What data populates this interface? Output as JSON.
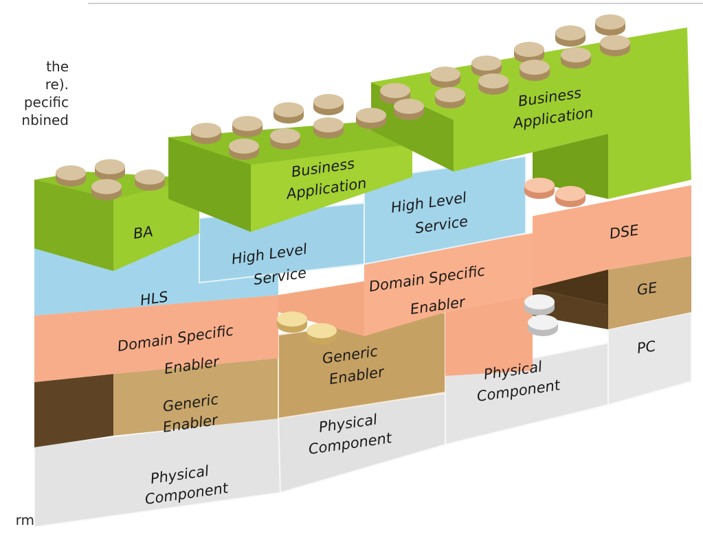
{
  "side_text": {
    "top": "the\nre).\npecific\nnbined",
    "bottom": "rm"
  },
  "blocks": {
    "pc_left": [
      "Physical",
      "Component"
    ],
    "pc_mid": [
      "Physical",
      "Component"
    ],
    "pc_mid_right": [
      "Physical",
      "Component"
    ],
    "pc_right": "PC",
    "ge_left": [
      "Generic",
      "Enabler"
    ],
    "ge_mid": [
      "Generic",
      "Enabler"
    ],
    "ge_right": "GE",
    "dse_left": [
      "Domain Specific",
      "Enabler"
    ],
    "dse_mid": [
      "Domain Specific",
      "Enabler"
    ],
    "dse_right": "DSE",
    "hls_left": "HLS",
    "hls_mid": [
      "High Level",
      "Service"
    ],
    "hls_right": [
      "High Level",
      "Service"
    ],
    "ba_left": "BA",
    "ba_mid": [
      "Business",
      "Application"
    ],
    "ba_right": [
      "Business",
      "Application"
    ]
  },
  "colors": {
    "physical": "#e6e6e6",
    "generic": "#c9a46a",
    "domain": "#f7ac88",
    "service": "#9ed3ea",
    "business": "#9ccc2e",
    "stud_tan": "#d9b57c"
  }
}
